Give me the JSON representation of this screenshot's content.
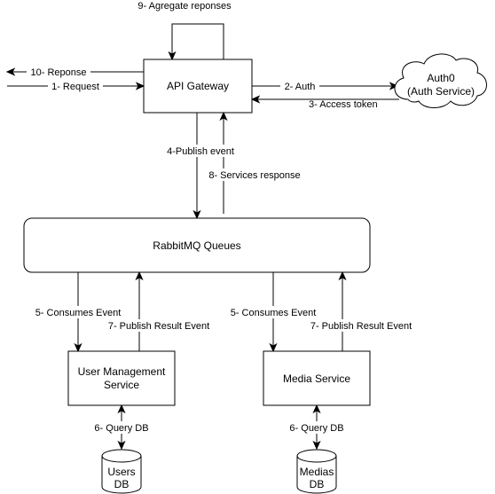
{
  "nodes": {
    "api_gateway": "API Gateway",
    "auth0": [
      "Auth0",
      "(Auth Service)"
    ],
    "rabbitmq": "RabbitMQ Queues",
    "user_mgmt": [
      "User Management",
      "Service"
    ],
    "media_service": "Media Service",
    "users_db": [
      "Users",
      "DB"
    ],
    "medias_db": [
      "Medias",
      "DB"
    ]
  },
  "edges": {
    "request": "1- Request",
    "auth": "2- Auth",
    "access_token": "3- Access token",
    "publish_event": "4-Publish event",
    "consumes_left": "5- Consumes Event",
    "consumes_right": "5- Consumes Event",
    "query_db_left": "6- Query DB",
    "query_db_right": "6- Query DB",
    "publish_result_left": "7- Publish Result Event",
    "publish_result_right": "7- Publish Result Event",
    "services_response": "8- Services response",
    "aggregate": "9- Agregate reponses",
    "response": "10- Reponse"
  }
}
